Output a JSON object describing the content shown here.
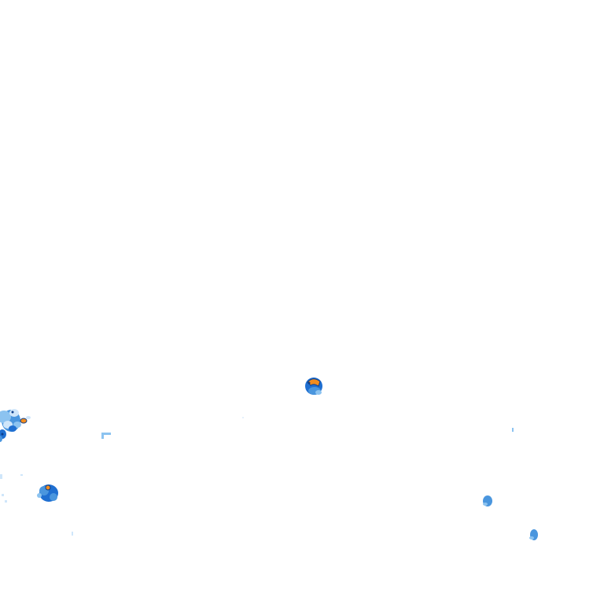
{
  "radar": {
    "palette": {
      "background": "#ffffff",
      "very_light": "#cfe6fa",
      "light": "#8cc3f0",
      "medium": "#4a96de",
      "heavy": "#1f6fd1",
      "outline": "#0d3e8a",
      "intense": "#f28c1e"
    },
    "echo_cells": [
      {
        "id": "cell-center-north",
        "intensity": "intense"
      },
      {
        "id": "cell-west-cluster",
        "intensity": "intense"
      },
      {
        "id": "cell-southwest",
        "intensity": "intense"
      },
      {
        "id": "cell-east-a",
        "intensity": "medium"
      },
      {
        "id": "cell-east-b",
        "intensity": "light"
      },
      {
        "id": "cell-west-specks",
        "intensity": "very_light"
      }
    ]
  }
}
